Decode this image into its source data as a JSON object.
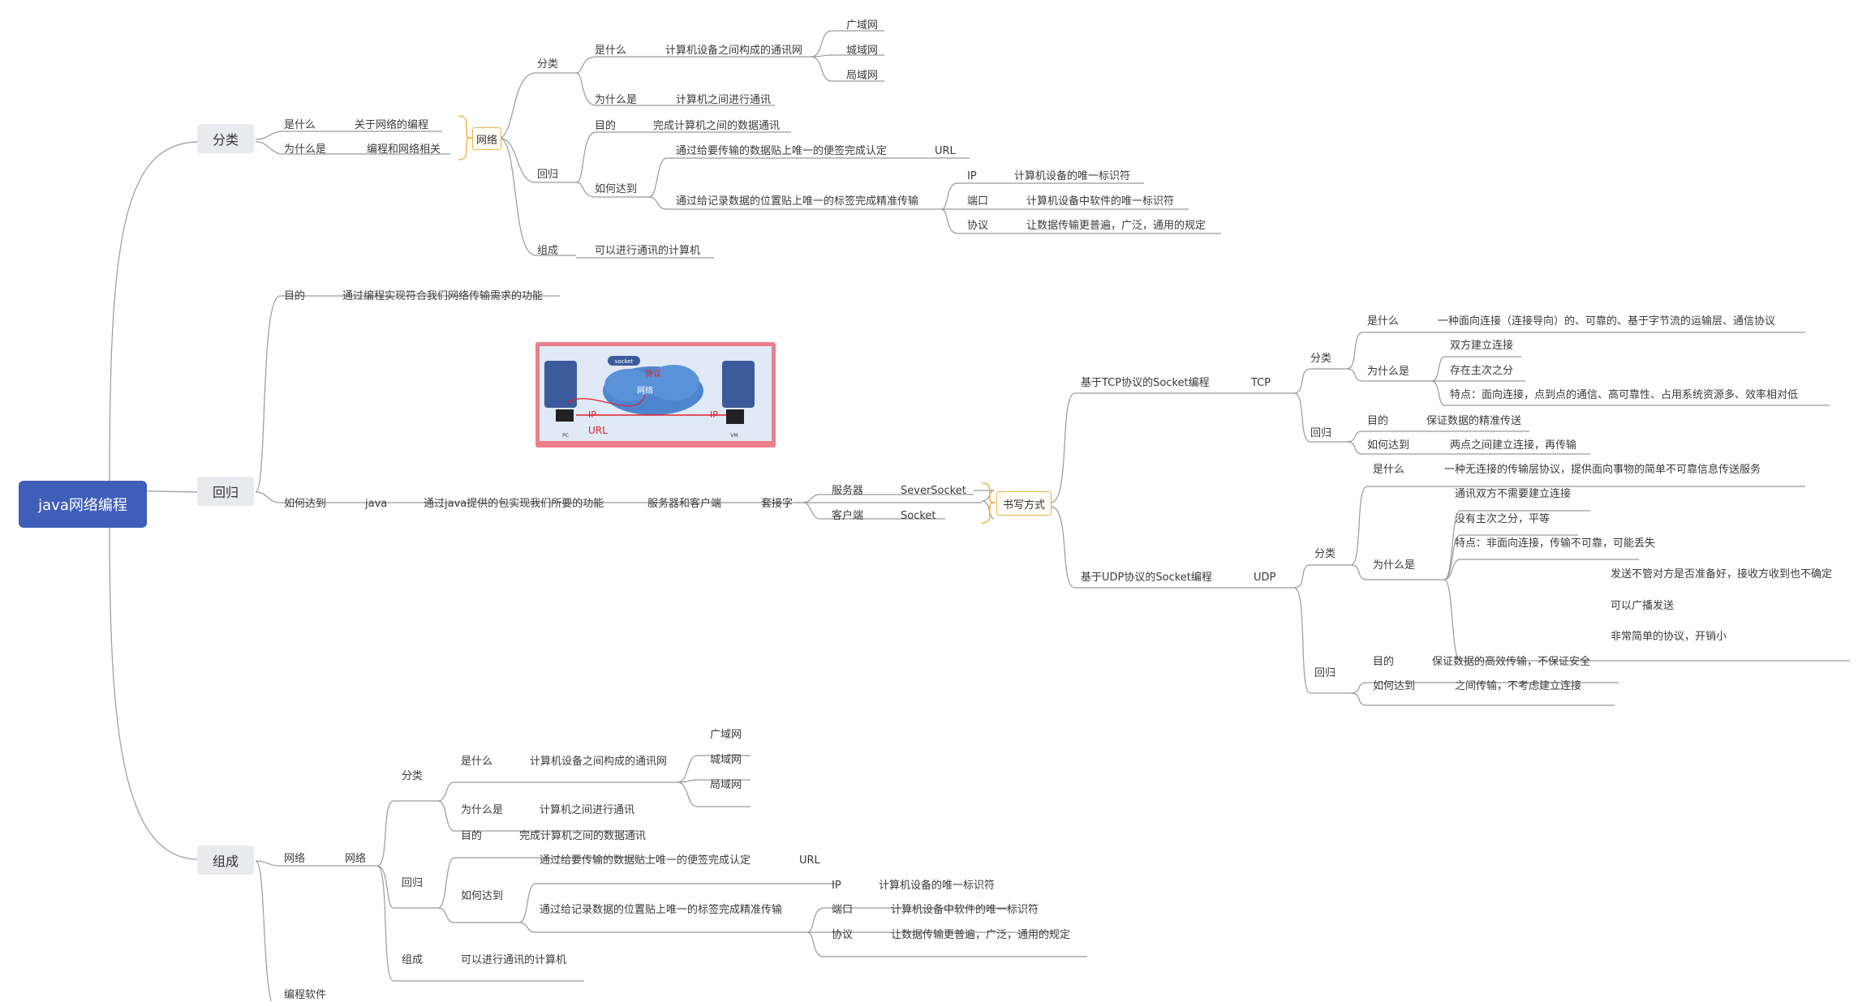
{
  "root": "java网络编程",
  "branches": {
    "fenlei": "分类",
    "huigui": "回归",
    "zucheng": "组成"
  },
  "top": {
    "shi_shenme": "是什么",
    "guanyu": "关于网络的编程",
    "wei_shenme_shi": "为什么是",
    "biancheng": "编程和网络相关",
    "wangluo": "网络",
    "fenlei": "分类",
    "shi_shenme2": "是什么",
    "jisuanji_wang": "计算机设备之间构成的通讯网",
    "guangyu": "广域网",
    "chengyu": "城域网",
    "juyu": "局域网",
    "wei_shenme_shi2": "为什么是",
    "jinxing_tongxun": "计算机之间进行通讯",
    "huigui": "回归",
    "mudi": "目的",
    "wancheng": "完成计算机之间的数据通讯",
    "ruhe": "如何达到",
    "tongguo_url": "通过给要传输的数据贴上唯一的便签完成认定",
    "url": "URL",
    "tongguo_jilu": "通过给记录数据的位置贴上唯一的标签完成精准传输",
    "ip": "IP",
    "ip_desc": "计算机设备的唯一标识符",
    "duankou": "端口",
    "duankou_desc": "计算机设备中软件的唯一标识符",
    "xieyi": "协议",
    "xieyi_desc": "让数据传输更普遍，广泛，通用的规定",
    "zucheng": "组成",
    "zucheng_desc": "可以进行通讯的计算机"
  },
  "mid": {
    "mudi": "目的",
    "mudi_desc": "通过编程实现符合我们网络传输需求的功能",
    "ruhe": "如何达到",
    "java": "java",
    "java_desc": "通过java提供的包实现我们所要的功能",
    "fwq_khd": "服务器和客户端",
    "jietouzi": "套接字",
    "fuwuqi": "服务器",
    "severSocket": "SeverSocket",
    "kehuduan": "客户端",
    "socket": "Socket",
    "shuxie": "书写方式",
    "tcp_title": "基于TCP协议的Socket编程",
    "tcp": "TCP",
    "tcp_fenlei": "分类",
    "tcp_shi": "是什么",
    "tcp_shi_desc": "一种面向连接（连接导向）的、可靠的、基于字节流的运输层、通信协议",
    "tcp_wei": "为什么是",
    "tcp_w1": "双方建立连接",
    "tcp_w2": "存在主次之分",
    "tcp_w3": "特点：面向连接，点到点的通信、高可靠性、占用系统资源多、效率相对低",
    "tcp_huigui": "回归",
    "tcp_mudi": "目的",
    "tcp_mudi_desc": "保证数据的精准传送",
    "tcp_ruhe": "如何达到",
    "tcp_ruhe_desc": "两点之间建立连接，再传输",
    "udp_title": "基于UDP协议的Socket编程",
    "udp": "UDP",
    "udp_fenlei": "分类",
    "udp_shi": "是什么",
    "udp_shi_desc": "一种无连接的传输层协议，提供面向事物的简单不可靠信息传送服务",
    "udp_wei": "为什么是",
    "udp_w1": "通讯双方不需要建立连接",
    "udp_w2": "没有主次之分，平等",
    "udp_w3": "特点：非面向连接，传输不可靠，可能丢失",
    "udp_w4": "发送不管对方是否准备好，接收方收到也不确定",
    "udp_w5": "可以广播发送",
    "udp_w6": "非常简单的协议，开销小",
    "udp_huigui": "回归",
    "udp_mudi": "目的",
    "udp_mudi_desc": "保证数据的高效传输，不保证安全",
    "udp_ruhe": "如何达到",
    "udp_ruhe_desc": "之间传输，不考虑建立连接"
  },
  "image": {
    "socket": "socket",
    "xieyi": "协议",
    "wangluo": "网络",
    "url": "URL",
    "ip_left": "IP",
    "ip_right": "IP",
    "pc": "PC",
    "vm": "VM"
  },
  "bottom": {
    "wangluo": "网络",
    "wangluo2": "网络",
    "fenlei": "分类",
    "shi_shenme": "是什么",
    "jisuanji_wang": "计算机设备之间构成的通讯网",
    "guangyu": "广域网",
    "chengyu": "城域网",
    "juyu": "局域网",
    "wei_shenme_shi": "为什么是",
    "jinxing_tongxun": "计算机之间进行通讯",
    "huigui": "回归",
    "mudi": "目的",
    "wancheng": "完成计算机之间的数据通讯",
    "ruhe": "如何达到",
    "tongguo_url": "通过给要传输的数据贴上唯一的便签完成认定",
    "url": "URL",
    "tongguo_jilu": "通过给记录数据的位置贴上唯一的标签完成精准传输",
    "ip": "IP",
    "ip_desc": "计算机设备的唯一标识符",
    "duankou": "端口",
    "duankou_desc": "计算机设备中软件的唯一标识符",
    "xieyi": "协议",
    "xieyi_desc": "让数据传输更普遍，广泛，通用的规定",
    "zucheng": "组成",
    "zucheng_desc": "可以进行通讯的计算机",
    "bianchengruanjian": "编程软件"
  },
  "colors": {
    "root_bg": "#3f5eb8",
    "branch_bg": "#e9eaee",
    "line": "#9a9a9a",
    "bracket": "#f2b34a",
    "image_frame": "#ec7e8b"
  }
}
